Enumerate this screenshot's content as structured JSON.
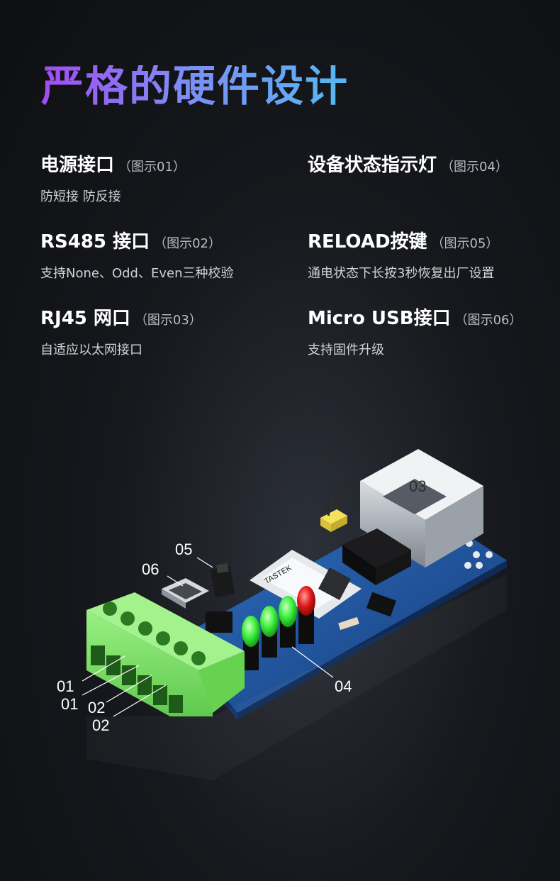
{
  "title": "严格的硬件设计",
  "features": [
    {
      "name": "电源接口",
      "tag": "（图示01）",
      "desc": "防短接 防反接"
    },
    {
      "name": "设备状态指示灯",
      "tag": "（图示04）",
      "desc": ""
    },
    {
      "name": "RS485 接口",
      "tag": "（图示02）",
      "desc": "支持None、Odd、Even三种校验"
    },
    {
      "name": "RELOAD按键",
      "tag": "（图示05）",
      "desc": "通电状态下长按3秒恢复出厂设置"
    },
    {
      "name": "RJ45 网口",
      "tag": "（图示03）",
      "desc": "自适应以太网接口"
    },
    {
      "name": "Micro USB接口",
      "tag": "（图示06）",
      "desc": "支持固件升级"
    }
  ],
  "board": {
    "module_brand": "TASTEK",
    "callouts": {
      "c01a": "01",
      "c01b": "01",
      "c02a": "02",
      "c02b": "02",
      "c03": "03",
      "c04": "04",
      "c05": "05",
      "c06": "06"
    }
  },
  "colors": {
    "title_gradient": [
      "#a24cf0",
      "#54b8f3"
    ],
    "pcb": "#1d4f93",
    "terminal": "#7ee36a",
    "led_green": "#3cf03c",
    "led_red": "#e01818"
  }
}
